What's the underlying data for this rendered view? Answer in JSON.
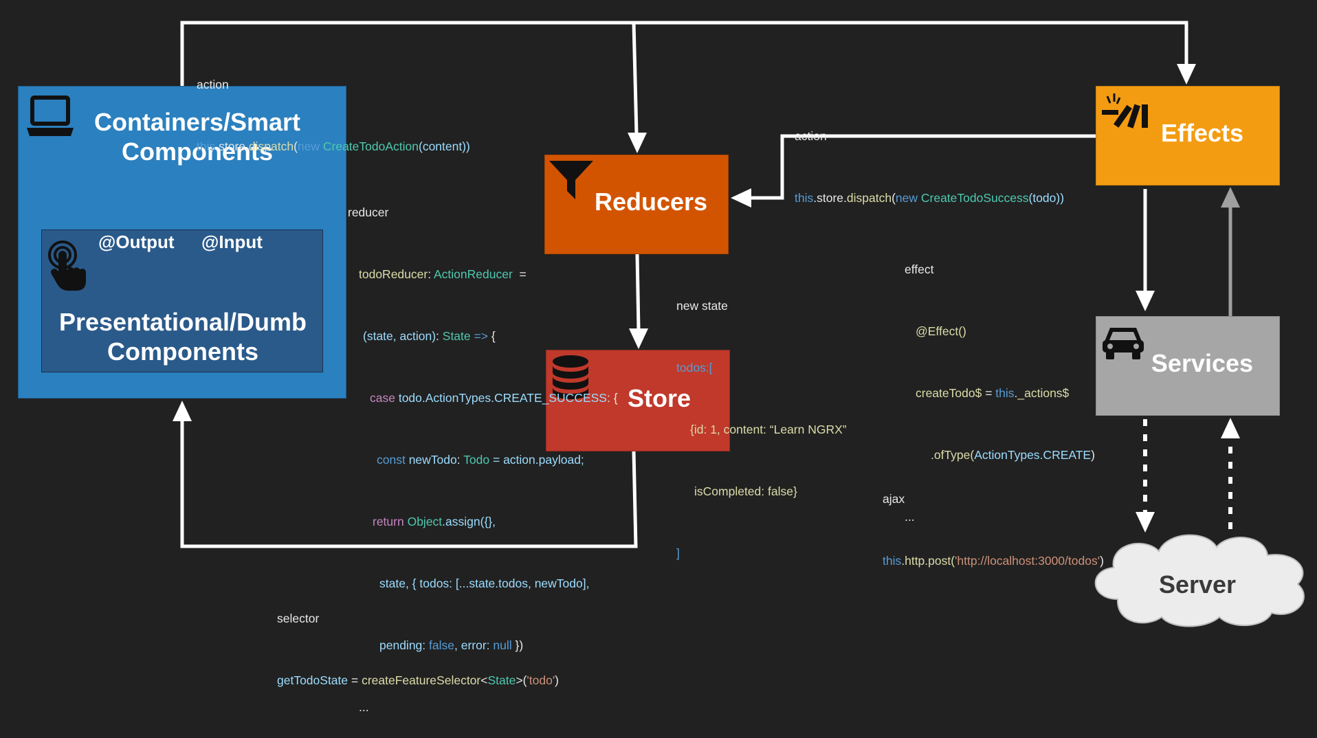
{
  "colors": {
    "background": "#212121",
    "containers": "#2b80bf",
    "presentational": "#2a5a8a",
    "reducers": "#d35400",
    "store": "#c0392b",
    "effects": "#f39c12",
    "services": "#a6a6a6",
    "server_cloud": "#ececec",
    "arrow": "#ffffff",
    "arrow_gray": "#a0a0a0"
  },
  "nodes": {
    "containers": {
      "title_line1": "Containers/Smart",
      "title_line2": "Components",
      "icon": "laptop-icon"
    },
    "presentational": {
      "output_label": "@Output",
      "input_label": "@Input",
      "title_line1": "Presentational/Dumb",
      "title_line2": "Components",
      "icon": "touch-hand-icon"
    },
    "reducers": {
      "title": "Reducers",
      "icon": "filter-icon"
    },
    "store": {
      "title": "Store",
      "icon": "database-icon"
    },
    "effects": {
      "title": "Effects",
      "icon": "dominoes-icon"
    },
    "services": {
      "title": "Services",
      "icon": "car-icon"
    },
    "server": {
      "title": "Server",
      "icon": "cloud-shape"
    }
  },
  "annotations": {
    "action_left": {
      "label": "action",
      "this": "this",
      "store": ".store.",
      "dispatch": "dispatch",
      "new": "new",
      "cls": "CreateTodoAction",
      "args": "(content))",
      "open": "("
    },
    "action_right": {
      "label": "action",
      "this": "this",
      "store": ".store.",
      "dispatch": "dispatch",
      "new": "new",
      "cls": "CreateTodoSuccess",
      "args": "(todo))",
      "open": "("
    },
    "reducer": {
      "label": "reducer",
      "l1_name": "todoReducer",
      "l1_colon": ": ",
      "l1_type": "ActionReducer",
      "l1_eq": "  =",
      "l2_open": "(state, action)",
      "l2_colon": ": ",
      "l2_type": "State",
      "l2_arrow": " => ",
      "l2_brace": "{",
      "l3_case": "case",
      "l3_rest": " todo.ActionTypes.",
      "l3_const": "CREATE_SUCCESS",
      "l3_end": ": {",
      "l4_const": "const",
      "l4_name": " newTodo",
      "l4_colon": ": ",
      "l4_type": "Todo",
      "l4_rest": " = action.payload;",
      "l5_return": "return",
      "l5_obj": " Object",
      "l5_rest": ".assign({},",
      "l6": "state, { todos: [...state.todos, newTodo],",
      "l7_pending": "pending: ",
      "l7_false": "false",
      "l7_mid": ", error: ",
      "l7_null": "null",
      "l7_end": " })",
      "l8": "..."
    },
    "new_state": {
      "label": "new state",
      "l1": "todos:[",
      "l2a": "{id: 1, content: ",
      "l2b": "“Learn NGRX”",
      "l3a": "isCompleted: ",
      "l3b": "false}",
      "l4": "]"
    },
    "effect": {
      "label": "effect",
      "l1": "@Effect()",
      "l2_name": "createTodo$",
      "l2_eq": " = ",
      "l2_this": "this",
      "l2_rest": "._actions$",
      "l3_of": ".ofType(",
      "l3_type": "ActionTypes",
      "l3_const": ".CREATE",
      "l3_end": ")",
      "l4": "..."
    },
    "ajax": {
      "label": "ajax",
      "this": "this",
      "rest": ".http.post(",
      "url": "'http://localhost:3000/todos'",
      "end": ")"
    },
    "selector": {
      "label": "selector",
      "name": "getTodoState",
      "eq": " = ",
      "fn": "createFeatureSelector",
      "lt": "<",
      "type": "State",
      "gt": ">(",
      "arg": "'todo'",
      "end": ")"
    }
  }
}
